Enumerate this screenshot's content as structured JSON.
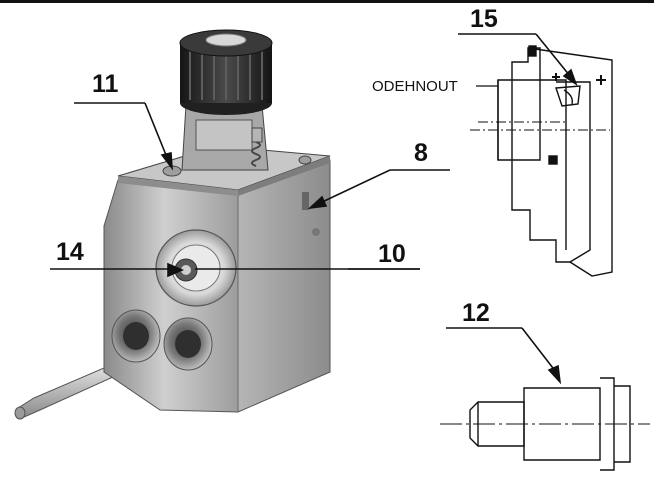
{
  "callouts": {
    "c11": "11",
    "c8": "8",
    "c14": "14",
    "c10": "10",
    "c15": "15",
    "c12": "12"
  },
  "annotation": "ODEHNOUT",
  "colors": {
    "line": "#111111",
    "metal_light": "#d9d9d9",
    "metal_mid": "#a9a9a9",
    "metal_dark": "#6e6e6e",
    "knob": "#2b2b2b"
  }
}
